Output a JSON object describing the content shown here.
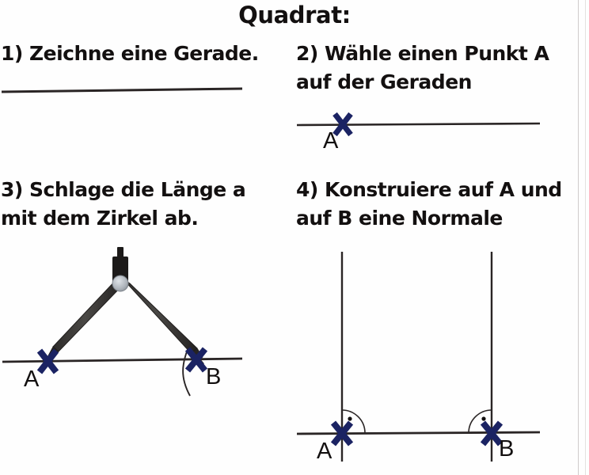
{
  "document": {
    "title": "Quadrat:",
    "language": "de",
    "ink_color": "#2a2525",
    "mark_color": "#1b2363",
    "text_color": "#131010",
    "background_color": "#fefefe"
  },
  "steps": [
    {
      "number": "1)",
      "lines": [
        "1) Zeichne eine Gerade."
      ],
      "text": "1) Zeichne eine Gerade.",
      "figure": {
        "type": "straight-line",
        "elements": [
          "baseline"
        ]
      }
    },
    {
      "number": "2)",
      "lines": [
        "2) Wähle einen Punkt A",
        "auf der Geraden"
      ],
      "text": "2) Wähle einen Punkt A auf der Geraden",
      "figure": {
        "type": "line-with-point",
        "elements": [
          "baseline",
          "x-mark-A",
          "label-A"
        ],
        "labels": [
          "A"
        ]
      }
    },
    {
      "number": "3)",
      "lines": [
        "3) Schlage die Länge a",
        "mit dem Zirkel ab."
      ],
      "text": "3) Schlage die Länge a mit dem Zirkel ab.",
      "figure": {
        "type": "compass-construction",
        "elements": [
          "baseline",
          "compass",
          "arc-through-B",
          "x-mark-A",
          "x-mark-B",
          "label-A",
          "label-B"
        ],
        "labels": [
          "A",
          "B"
        ]
      }
    },
    {
      "number": "4)",
      "lines": [
        "4) Konstruiere auf A und",
        "auf B eine Normale"
      ],
      "text": "4) Konstruiere auf A und auf B eine Normale",
      "figure": {
        "type": "two-normals",
        "elements": [
          "baseline",
          "normal-at-A",
          "normal-at-B",
          "right-angle-marker-A",
          "right-angle-marker-B",
          "x-mark-A",
          "x-mark-B",
          "label-A",
          "label-B"
        ],
        "labels": [
          "A",
          "B"
        ]
      }
    }
  ],
  "figure_labels": {
    "step2_A": "A",
    "step3_A": "A",
    "step3_B": "B",
    "step4_A": "A",
    "step4_B": "B"
  }
}
